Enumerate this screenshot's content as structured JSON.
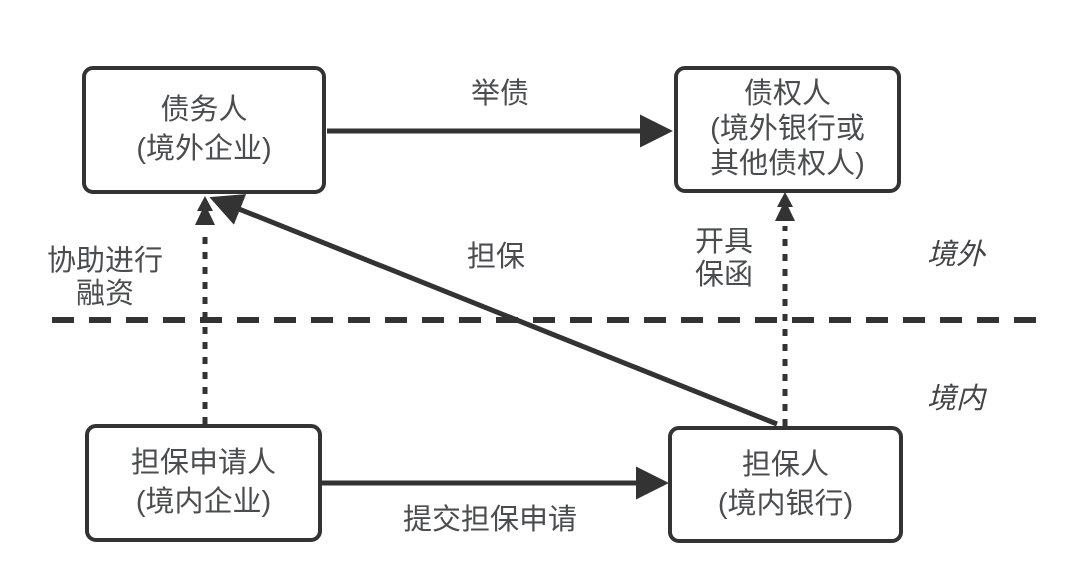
{
  "nodes": {
    "debtor": {
      "lines": [
        "债务人",
        "(境外企业)"
      ]
    },
    "creditor": {
      "lines": [
        "债权人",
        "(境外银行或",
        "其他债权人)"
      ]
    },
    "applicant": {
      "lines": [
        "担保申请人",
        "(境内企业)"
      ]
    },
    "guarantor": {
      "lines": [
        "担保人",
        "(境内银行)"
      ]
    }
  },
  "edges": {
    "borrow": {
      "label": "举债"
    },
    "guarantee": {
      "label": "担保"
    },
    "issue_letter": {
      "lines": [
        "开具",
        "保函"
      ]
    },
    "assist_financing": {
      "lines": [
        "协助进行",
        "融资"
      ]
    },
    "submit_application": {
      "label": "提交担保申请"
    }
  },
  "regions": {
    "overseas": "境外",
    "domestic": "境内"
  },
  "colors": {
    "line": "#333333",
    "text": "#4b4c4e",
    "background": "#ffffff"
  }
}
